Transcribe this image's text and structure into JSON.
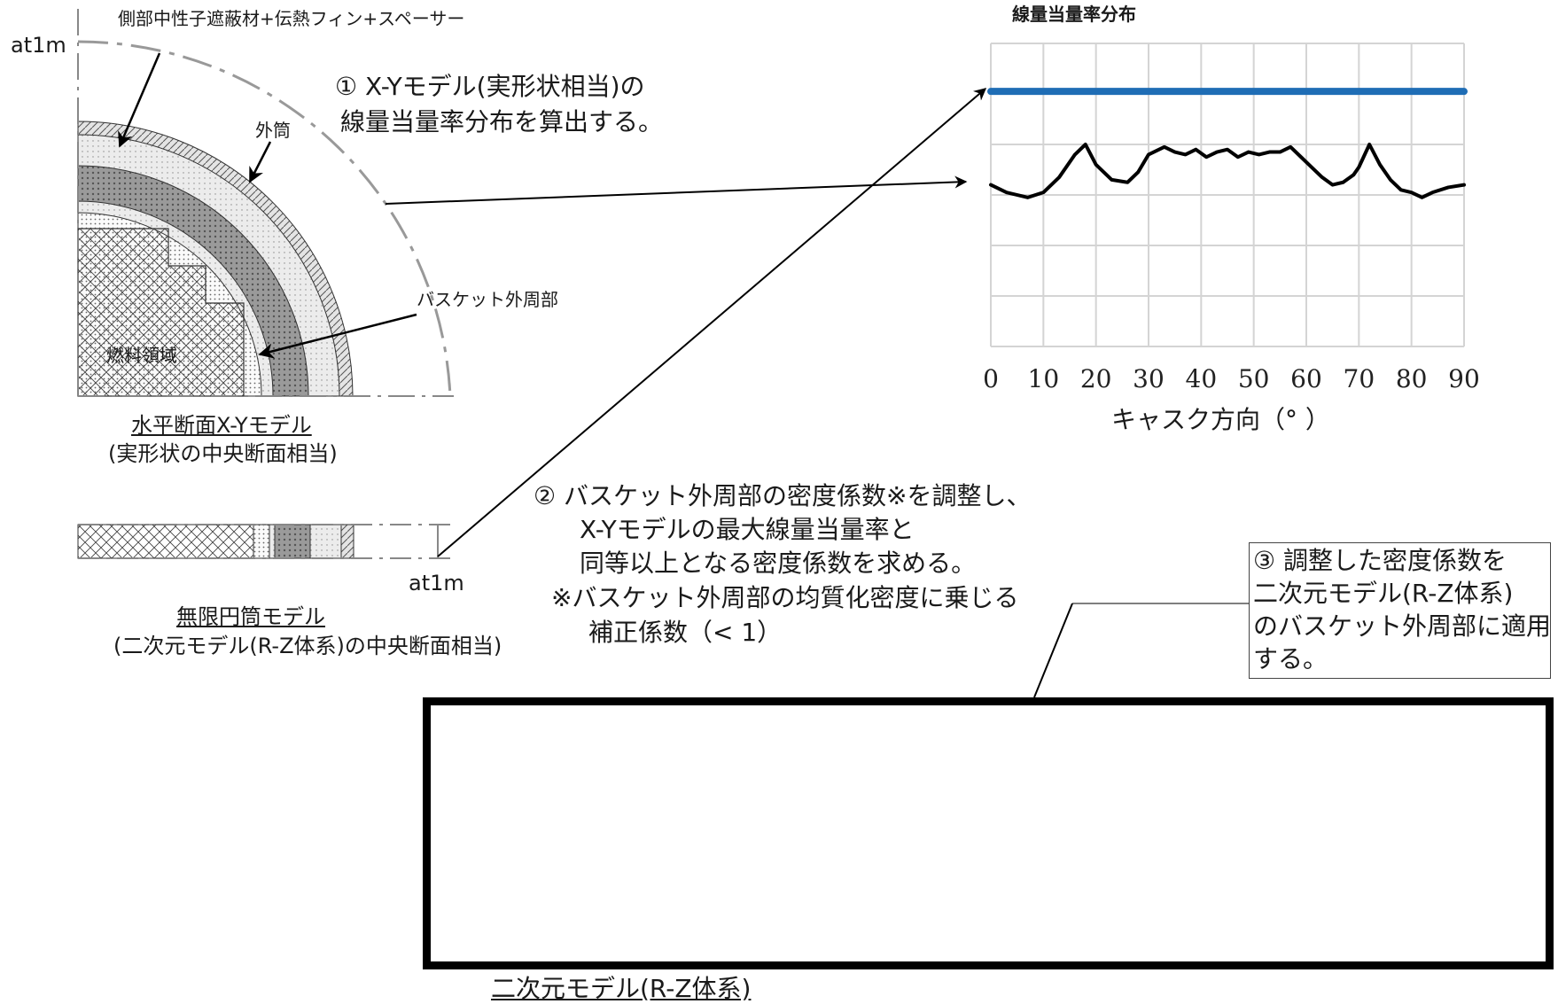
{
  "xy_model": {
    "label_top_material": "側部中性子遮蔽材+伝熱フィン+スペーサー",
    "label_at1m": "at1m",
    "label_outer_shell": "外筒",
    "label_basket_periphery": "バスケット外周部",
    "label_fuel_region": "燃料領域",
    "title": "水平断面X-Yモデル",
    "subtitle": "(実形状の中央断面相当)"
  },
  "cylinder_model": {
    "label_at1m": "at1m",
    "title": "無限円筒モデル",
    "subtitle": "(二次元モデル(R-Z体系)の中央断面相当)"
  },
  "step1": {
    "line1": "①  X-Yモデル(実形状相当)の",
    "line2": "線量当量率分布を算出する。"
  },
  "step2": {
    "line1": "②  バスケット外周部の密度係数※を調整し、",
    "line2": "X-Yモデルの最大線量当量率と",
    "line3": "同等以上となる密度係数を求める。",
    "line4": "※バスケット外周部の均質化密度に乗じる",
    "line5": "補正係数（< 1）"
  },
  "step3": {
    "line1": "③  調整した密度係数を",
    "line2": "二次元モデル(R-Z体系)",
    "line3": "のバスケット外周部に適用",
    "line4": "する。"
  },
  "rz_model": {
    "caption": "二次元モデル(R-Z体系)"
  },
  "colors": {
    "blue_line": "#1f6db5",
    "black_line": "#000000",
    "grid": "#d4d4d4"
  },
  "chart_data": {
    "type": "line",
    "title": "線量当量率分布",
    "xlabel": "キャスク方向（° ）",
    "ylabel": "",
    "xlim": [
      0,
      90
    ],
    "ylim": [
      0,
      6
    ],
    "x_ticks": [
      "0",
      "10",
      "20",
      "30",
      "40",
      "50",
      "60",
      "70",
      "80",
      "90"
    ],
    "grid": true,
    "series": [
      {
        "color": "#1f6db5",
        "x": [
          0,
          90
        ],
        "y": [
          5.05,
          5.05
        ]
      },
      {
        "color": "#000000",
        "x": [
          0,
          3,
          7,
          10,
          13,
          16,
          18,
          20,
          23,
          26,
          28,
          30,
          33,
          35,
          37,
          39,
          41,
          43,
          45,
          47,
          49,
          51,
          53,
          55,
          57,
          59,
          61,
          63,
          65,
          67,
          69,
          70,
          72,
          74,
          76,
          78,
          80,
          82,
          84,
          87,
          90
        ],
        "y": [
          3.2,
          3.05,
          2.95,
          3.05,
          3.35,
          3.8,
          4.0,
          3.6,
          3.3,
          3.25,
          3.45,
          3.8,
          3.95,
          3.85,
          3.8,
          3.9,
          3.75,
          3.85,
          3.9,
          3.75,
          3.85,
          3.8,
          3.85,
          3.85,
          3.95,
          3.75,
          3.55,
          3.35,
          3.2,
          3.25,
          3.4,
          3.55,
          4.0,
          3.6,
          3.3,
          3.1,
          3.05,
          2.95,
          3.05,
          3.15,
          3.2
        ]
      }
    ]
  }
}
